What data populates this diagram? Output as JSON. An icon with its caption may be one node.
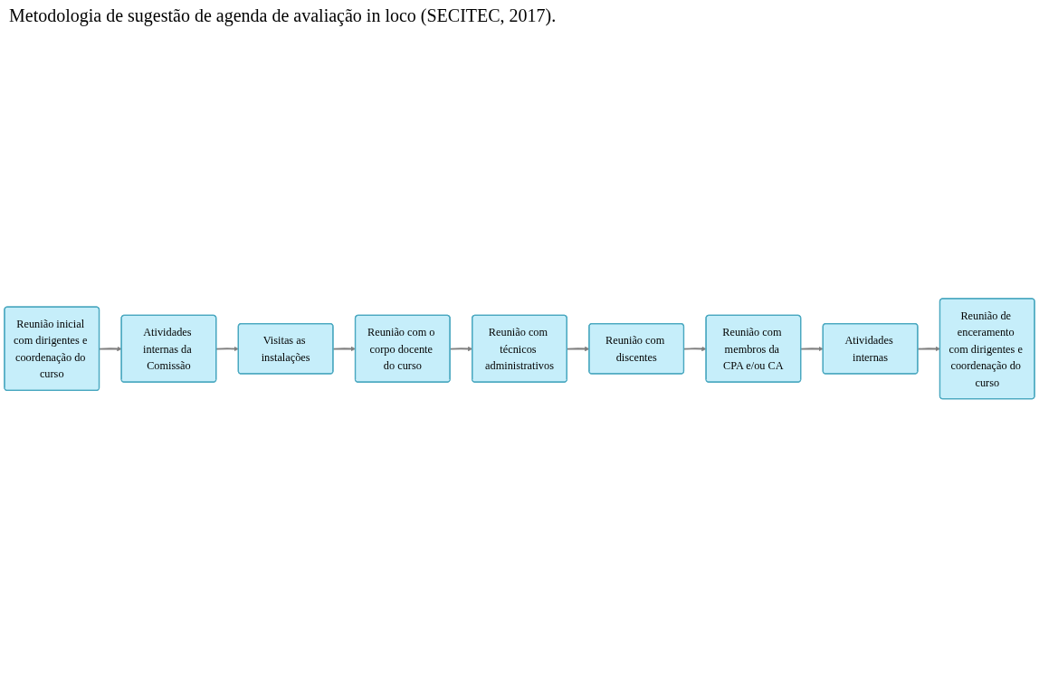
{
  "diagram": {
    "title": "Metodologia de sugestão de agenda de avaliação in loco (SECITEC, 2017).",
    "nodes": [
      {
        "text": [
          "Reunião inicial com dirigentes e coordenação do curso"
        ]
      },
      {
        "text": [
          "Atividades internas da Comissão"
        ]
      },
      {
        "text": [
          "Visitas as instalações"
        ]
      },
      {
        "text": [
          "Reunião com o corpo docente do curso"
        ]
      },
      {
        "text": [
          "Reunião com técnicos administrativos"
        ]
      },
      {
        "text": [
          "Reunião com discentes"
        ]
      },
      {
        "text": [
          "Reunião com membros da CPA e/ou CA"
        ]
      },
      {
        "text": [
          "Atividades internas"
        ]
      },
      {
        "text": [
          "Reunião de enceramento com dirigentes e coordenação do curso"
        ]
      }
    ],
    "edges": [
      {
        "from": 0,
        "to": 1,
        "arrow": "to"
      },
      {
        "from": 1,
        "to": 2,
        "arrow": "to"
      },
      {
        "from": 2,
        "to": 3,
        "arrow": "to"
      },
      {
        "from": 3,
        "to": 4,
        "arrow": "to"
      },
      {
        "from": 4,
        "to": 5,
        "arrow": "to"
      },
      {
        "from": 5,
        "to": 6,
        "arrow": "to"
      },
      {
        "from": 6,
        "to": 7,
        "arrow": "to"
      },
      {
        "from": 7,
        "to": 8,
        "arrow": "to"
      }
    ]
  }
}
